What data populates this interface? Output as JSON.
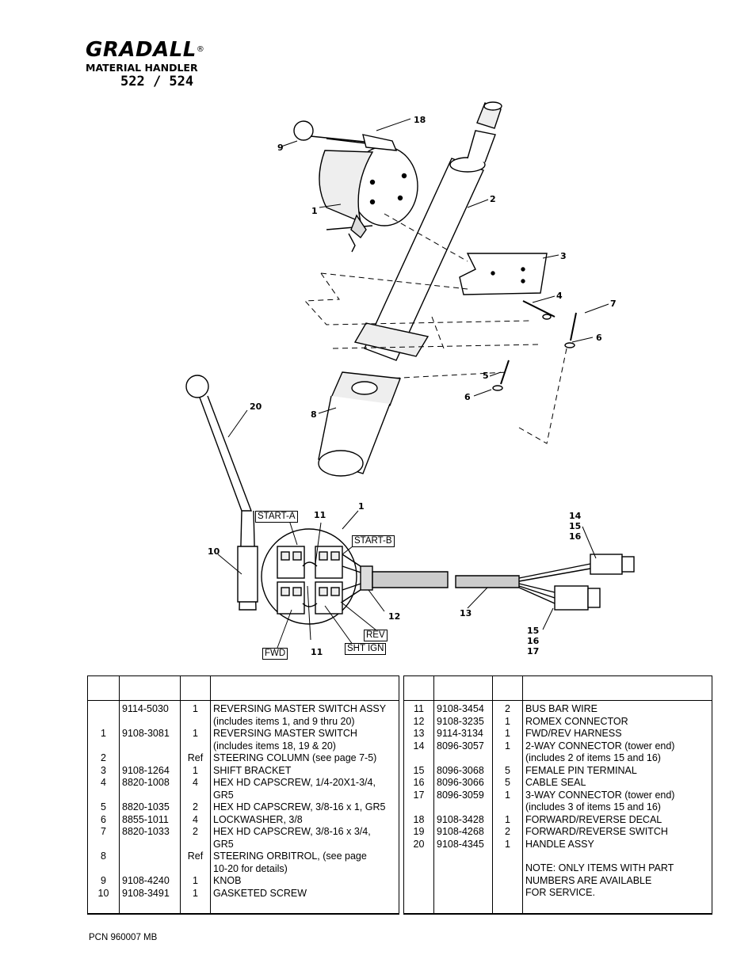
{
  "header": {
    "brand": "GRADALL",
    "registered": "®",
    "subtitle": "MATERIAL HANDLER",
    "model": "522 / 524"
  },
  "callouts": {
    "n1": "1",
    "n2": "2",
    "n3": "3",
    "n4": "4",
    "n5": "5",
    "n6": "6",
    "n7": "7",
    "n8": "8",
    "n9": "9",
    "n10": "10",
    "n11": "11",
    "n12": "12",
    "n13": "13",
    "n14": "14",
    "n15": "15",
    "n16": "16",
    "n17": "17",
    "n18": "18",
    "n20": "20"
  },
  "wiring_labels": {
    "start_a": "START-A",
    "start_b": "START-B",
    "rev": "REV",
    "fwd": "FWD",
    "sht_ign": "SHT IGN"
  },
  "parts_left": [
    {
      "item": "",
      "part": "9114-5030",
      "qty": "1",
      "desc": [
        "REVERSING MASTER SWITCH ASSY",
        "(includes items 1, and 9 thru 20)"
      ]
    },
    {
      "item": "1",
      "part": "9108-3081",
      "qty": "1",
      "desc": [
        "REVERSING MASTER SWITCH",
        "(includes items 18, 19 & 20)"
      ]
    },
    {
      "item": "2",
      "part": "",
      "qty": "Ref",
      "desc": [
        "STEERING COLUMN (see page 7-5)"
      ]
    },
    {
      "item": "3",
      "part": "9108-1264",
      "qty": "1",
      "desc": [
        "SHIFT BRACKET"
      ]
    },
    {
      "item": "4",
      "part": "8820-1008",
      "qty": "4",
      "desc": [
        "HEX HD CAPSCREW, 1/4-20X1-3/4,",
        "GR5"
      ]
    },
    {
      "item": "5",
      "part": "8820-1035",
      "qty": "2",
      "desc": [
        "HEX HD CAPSCREW, 3/8-16 x 1, GR5"
      ]
    },
    {
      "item": "6",
      "part": "8855-1011",
      "qty": "4",
      "desc": [
        "LOCKWASHER, 3/8"
      ]
    },
    {
      "item": "7",
      "part": "8820-1033",
      "qty": "2",
      "desc": [
        "HEX HD CAPSCREW, 3/8-16 x 3/4,",
        "GR5"
      ]
    },
    {
      "item": "8",
      "part": "",
      "qty": "Ref",
      "desc": [
        "STEERING ORBITROL, (see page",
        "10-20 for details)"
      ]
    },
    {
      "item": "9",
      "part": "9108-4240",
      "qty": "1",
      "desc": [
        "KNOB"
      ]
    },
    {
      "item": "10",
      "part": "9108-3491",
      "qty": "1",
      "desc": [
        "GASKETED SCREW"
      ]
    }
  ],
  "parts_right": [
    {
      "item": "11",
      "part": "9108-3454",
      "qty": "2",
      "desc": [
        "BUS BAR WIRE"
      ]
    },
    {
      "item": "12",
      "part": "9108-3235",
      "qty": "1",
      "desc": [
        "ROMEX CONNECTOR"
      ]
    },
    {
      "item": "13",
      "part": "9114-3134",
      "qty": "1",
      "desc": [
        "FWD/REV HARNESS"
      ]
    },
    {
      "item": "14",
      "part": "8096-3057",
      "qty": "1",
      "desc": [
        "2-WAY CONNECTOR (tower end)",
        "(includes 2 of items 15 and 16)"
      ]
    },
    {
      "item": "15",
      "part": "8096-3068",
      "qty": "5",
      "desc": [
        "FEMALE PIN TERMINAL"
      ]
    },
    {
      "item": "16",
      "part": "8096-3066",
      "qty": "5",
      "desc": [
        "CABLE SEAL"
      ]
    },
    {
      "item": "17",
      "part": "8096-3059",
      "qty": "1",
      "desc": [
        "3-WAY CONNECTOR (tower end)",
        "(includes 3 of items 15 and 16)"
      ]
    },
    {
      "item": "18",
      "part": "9108-3428",
      "qty": "1",
      "desc": [
        "FORWARD/REVERSE DECAL"
      ]
    },
    {
      "item": "19",
      "part": "9108-4268",
      "qty": "2",
      "desc": [
        "FORWARD/REVERSE SWITCH"
      ]
    },
    {
      "item": "20",
      "part": "9108-4345",
      "qty": "1",
      "desc": [
        "HANDLE ASSY"
      ]
    }
  ],
  "note": [
    "NOTE:  ONLY ITEMS WITH PART",
    "NUMBERS ARE AVAILABLE",
    "FOR SERVICE."
  ],
  "footer": {
    "pcn": "PCN 960007 MB"
  }
}
